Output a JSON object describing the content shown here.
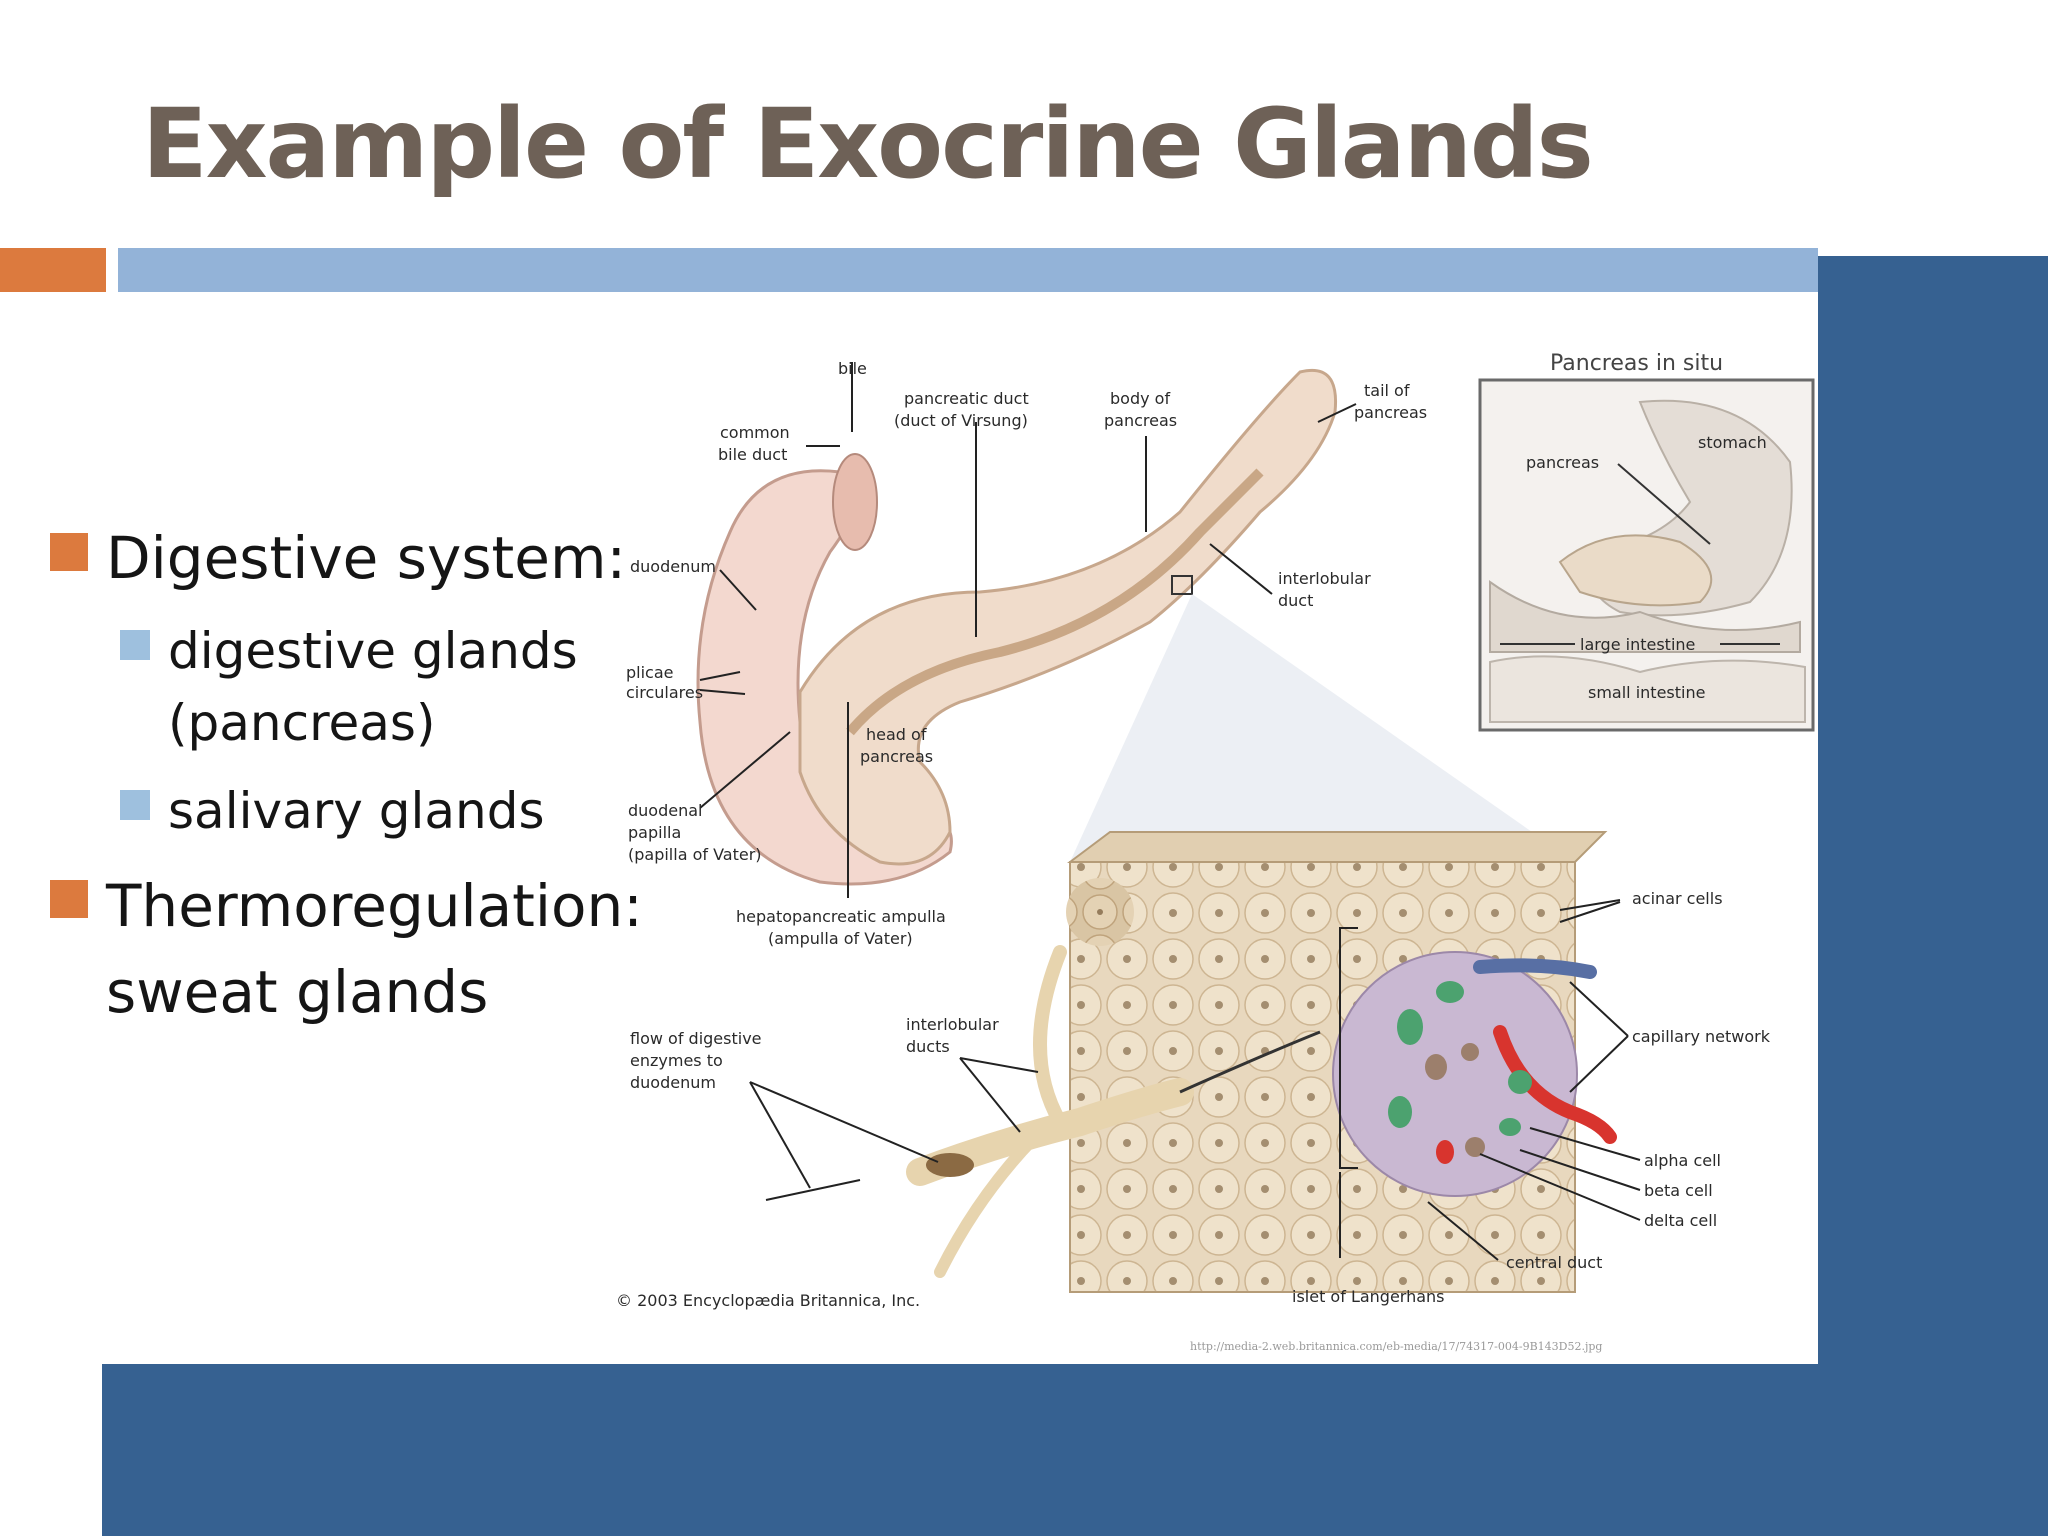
{
  "slide": {
    "title": "Example of Exocrine Glands",
    "bullets": [
      {
        "text": "Digestive system:",
        "level": 1
      },
      {
        "text": "digestive glands",
        "level": 2
      },
      {
        "text": "(pancreas)",
        "level": 2
      },
      {
        "text": "salivary glands",
        "level": 2
      },
      {
        "text": "Thermoregulation:",
        "level": 1
      },
      {
        "text": "sweat glands",
        "level": 1
      }
    ]
  },
  "figure": {
    "inset_title": "Pancreas in situ",
    "labels": {
      "bile": "bile",
      "common_bile_duct_1": "common",
      "common_bile_duct_2": "bile duct",
      "pancreatic_duct_1": "pancreatic duct",
      "pancreatic_duct_2": "(duct of Virsung)",
      "body_1": "body of",
      "body_2": "pancreas",
      "tail_1": "tail of",
      "tail_2": "pancreas",
      "duodenum": "duodenum",
      "interlobular_duct_1": "interlobular",
      "interlobular_duct_2": "duct",
      "plicae_1": "plicae",
      "plicae_2": "circulares",
      "head_1": "head of",
      "head_2": "pancreas",
      "papilla_1": "duodenal",
      "papilla_2": "papilla",
      "papilla_3": "(papilla of Vater)",
      "ampulla_1": "hepatopancreatic ampulla",
      "ampulla_2": "(ampulla of Vater)",
      "flow_1": "flow of digestive",
      "flow_2": "enzymes to",
      "flow_3": "duodenum",
      "interlobular_ducts_1": "interlobular",
      "interlobular_ducts_2": "ducts",
      "acinar": "acinar cells",
      "capillary": "capillary network",
      "alpha": "alpha cell",
      "beta": "beta cell",
      "delta": "delta cell",
      "central_duct": "central duct",
      "islet": "islet of Langerhans",
      "inset_pancreas": "pancreas",
      "inset_stomach": "stomach",
      "inset_large": "large intestine",
      "inset_small": "small intestine",
      "copyright": "© 2003 Encyclopædia Britannica, Inc.",
      "url": "http://media-2.web.britannica.com/eb-media/17/74317-004-9B143D52.jpg"
    }
  },
  "colors": {
    "title": "#6e6157",
    "accent_orange": "#dc7a3e",
    "accent_blue": "#93b3d8",
    "navy": "#366191"
  }
}
